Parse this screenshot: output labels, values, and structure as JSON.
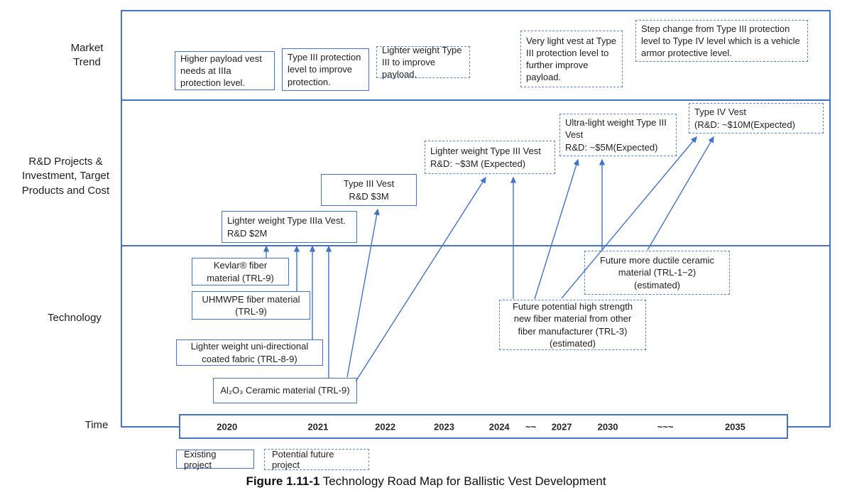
{
  "figure": {
    "caption_prefix": "Figure 1.11-1",
    "caption_text": " Technology Road Map for Ballistic Vest Development"
  },
  "row_labels": {
    "market_trend": "Market\nTrend",
    "rnd": "R&D Projects &\nInvestment, Target\nProducts and Cost",
    "technology": "Technology",
    "time": "Time"
  },
  "market_trend": {
    "boxes": [
      {
        "text": "Higher payload vest needs at IIIa protection level.",
        "type": "existing"
      },
      {
        "text": "Type III protection level to improve protection.",
        "type": "existing"
      },
      {
        "text": "Lighter weight Type III to improve payload.",
        "type": "future"
      },
      {
        "text": "Very light vest at Type III protection level to further improve payload.",
        "type": "future"
      },
      {
        "text": "Step change from Type III protection level to Type IV level which is a vehicle armor protective level.",
        "type": "future"
      }
    ]
  },
  "rnd": {
    "boxes": [
      {
        "text": "Lighter weight Type IIIa Vest.\nR&D $2M",
        "type": "existing"
      },
      {
        "text": "Type III Vest\nR&D $3M",
        "type": "existing"
      },
      {
        "text": "Lighter weight Type III Vest\nR&D: ~$3M (Expected)",
        "type": "future"
      },
      {
        "text": "Ultra-light weight Type III Vest\nR&D: ~$5M(Expected)",
        "type": "future"
      },
      {
        "text": "Type IV Vest\n(R&D: ~$10M(Expected)",
        "type": "future"
      }
    ]
  },
  "technology": {
    "boxes": [
      {
        "text": "Kevlar® fiber\nmaterial (TRL-9)",
        "type": "existing"
      },
      {
        "text": "UHMWPE fiber material\n(TRL-9)",
        "type": "existing"
      },
      {
        "text": "Lighter weight uni-directional\ncoated fabric (TRL-8-9)",
        "type": "existing"
      },
      {
        "text": "Al₂O₃ Ceramic material (TRL-9)",
        "type": "existing"
      },
      {
        "text": "Future potential high strength\nnew fiber material from other\nfiber manufacturer (TRL-3)\n(estimated)",
        "type": "future"
      },
      {
        "text": "Future more ductile ceramic\nmaterial (TRL-1~2)\n(estimated)",
        "type": "future"
      }
    ]
  },
  "time": {
    "years": [
      "2020",
      "2021",
      "2022",
      "2023",
      "2024",
      "~~",
      "2027",
      "2030",
      "~~~",
      "2035"
    ]
  },
  "legend": {
    "existing": "Existing project",
    "future": "Potential future project"
  },
  "colors": {
    "line_blue": "#4472C4",
    "dashed_blue": "#5B87CE",
    "text": "#1F1F1F"
  }
}
